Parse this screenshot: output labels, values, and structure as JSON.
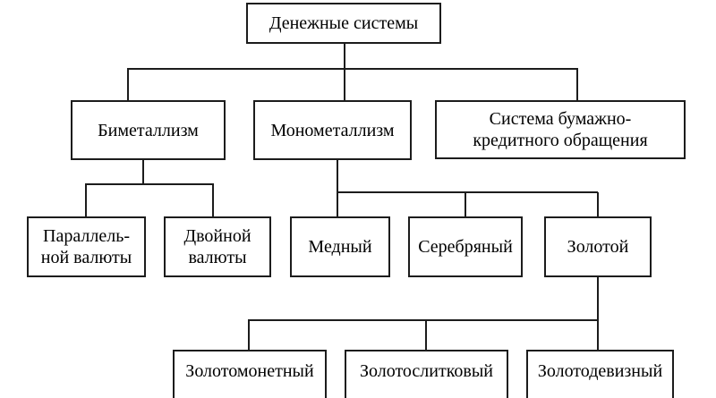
{
  "diagram": {
    "type": "tree",
    "title": "Денежные системы",
    "colors": {
      "line": "#1c1c1c",
      "text": "#000000",
      "background": "#ffffff"
    },
    "nodes": {
      "root": {
        "label": "Денежные системы",
        "lines": [
          "Денежные системы"
        ]
      },
      "bimetallism": {
        "label": "Биметаллизм",
        "lines": [
          "Биметаллизм"
        ]
      },
      "monometallism": {
        "label": "Монометаллизм",
        "lines": [
          "Монометаллизм"
        ]
      },
      "paper_credit": {
        "label": "Система бумажно-кредитного обращения",
        "lines": [
          "Система бумажно-",
          "кредитного обращения"
        ]
      },
      "parallel_currency": {
        "label": "Параллельной валюты",
        "lines": [
          "Параллель-",
          "ной валюты"
        ]
      },
      "double_currency": {
        "label": "Двойной валюты",
        "lines": [
          "Двойной",
          "валюты"
        ]
      },
      "copper": {
        "label": "Медный",
        "lines": [
          "Медный"
        ]
      },
      "silver": {
        "label": "Серебряный",
        "lines": [
          "Серебряный"
        ]
      },
      "gold": {
        "label": "Золотой",
        "lines": [
          "Золотой"
        ]
      },
      "gold_coin": {
        "label": "Золотомонетный",
        "lines": [
          "Золотомонетный"
        ]
      },
      "gold_bullion": {
        "label": "Золотослитковый",
        "lines": [
          "Золотослитковый"
        ]
      },
      "gold_exchange": {
        "label": "Золотодевизный",
        "lines": [
          "Золотодевизный"
        ]
      }
    },
    "edges": [
      {
        "from": "root",
        "to": "bimetallism"
      },
      {
        "from": "root",
        "to": "monometallism"
      },
      {
        "from": "root",
        "to": "paper_credit"
      },
      {
        "from": "bimetallism",
        "to": "parallel_currency"
      },
      {
        "from": "bimetallism",
        "to": "double_currency"
      },
      {
        "from": "monometallism",
        "to": "copper"
      },
      {
        "from": "monometallism",
        "to": "silver"
      },
      {
        "from": "monometallism",
        "to": "gold"
      },
      {
        "from": "gold",
        "to": "gold_coin"
      },
      {
        "from": "gold",
        "to": "gold_bullion"
      },
      {
        "from": "gold",
        "to": "gold_exchange"
      }
    ]
  }
}
